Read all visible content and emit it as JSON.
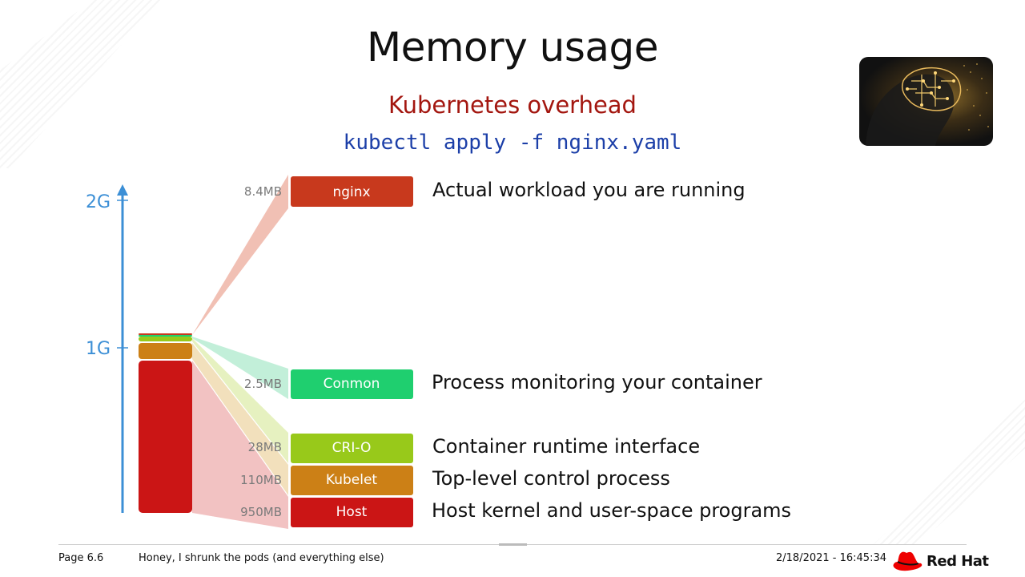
{
  "slide": {
    "title": "Memory usage",
    "subtitle": "Kubernetes overhead",
    "command": "kubectl apply -f nginx.yaml"
  },
  "axis": {
    "ticks": [
      {
        "label": "2G",
        "value": 2
      },
      {
        "label": "1G",
        "value": 1
      }
    ],
    "color": "#3c8fd6"
  },
  "components": [
    {
      "name": "nginx",
      "size": "8.4MB",
      "size_mb": 8.4,
      "description": "Actual workload you are running",
      "color": "#c8391d",
      "band_color": "#efb5a7"
    },
    {
      "name": "Conmon",
      "size": "2.5MB",
      "size_mb": 2.5,
      "description": "Process monitoring your container",
      "color": "#1fcf6f",
      "band_color": "#b7ecd2"
    },
    {
      "name": "CRI-O",
      "size": "28MB",
      "size_mb": 28,
      "description": "Container runtime interface",
      "color": "#98c91a",
      "band_color": "#e2efb5"
    },
    {
      "name": "Kubelet",
      "size": "110MB",
      "size_mb": 110,
      "description": "Top-level control process",
      "color": "#cc8016",
      "band_color": "#f0dbb0"
    },
    {
      "name": "Host",
      "size": "950MB",
      "size_mb": 950,
      "description": "Host kernel and user-space programs",
      "color": "#cb1515",
      "band_color": "#f0b7b7"
    }
  ],
  "footer": {
    "page": "Page 6.6",
    "title": "Honey, I shrunk the pods (and everything else)",
    "date": "2/18/2021 - 16:45:34",
    "brand": "Red Hat"
  }
}
